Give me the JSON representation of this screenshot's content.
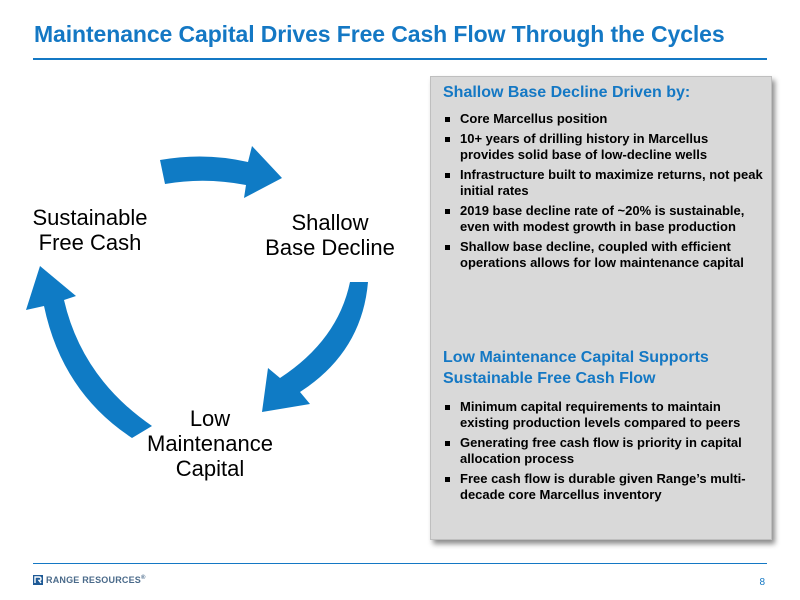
{
  "slide": {
    "title": "Maintenance Capital Drives Free Cash Flow Through the Cycles",
    "page_number": "8"
  },
  "cycle": {
    "arrow_color": "#0f7bc5",
    "sustainable_line1": "Sustainable",
    "sustainable_line2": "Free Cash",
    "shallow_line1": "Shallow",
    "shallow_line2": "Base Decline",
    "low_line1": "Low",
    "low_line2": "Maintenance",
    "low_line3": "Capital"
  },
  "panel": {
    "heading1": "Shallow Base Decline Driven by:",
    "bullets1": [
      "Core Marcellus position",
      "10+ years of drilling history in Marcellus provides solid base of low-decline wells",
      "Infrastructure built to maximize returns, not peak initial rates",
      "2019 base decline rate of ~20% is sustainable, even with modest growth in base production",
      "Shallow base decline, coupled with efficient operations allows for low maintenance capital"
    ],
    "heading2_line1": "Low Maintenance Capital Supports",
    "heading2_line2": "Sustainable Free Cash Flow",
    "bullets2": [
      "Minimum capital requirements to maintain existing production levels compared to peers",
      "Generating free cash flow is priority in capital allocation process",
      "Free cash flow is durable given Range’s multi-decade core Marcellus inventory"
    ]
  },
  "footer": {
    "logo_text": "RANGE RESOURCES",
    "logo_mark": "®"
  }
}
